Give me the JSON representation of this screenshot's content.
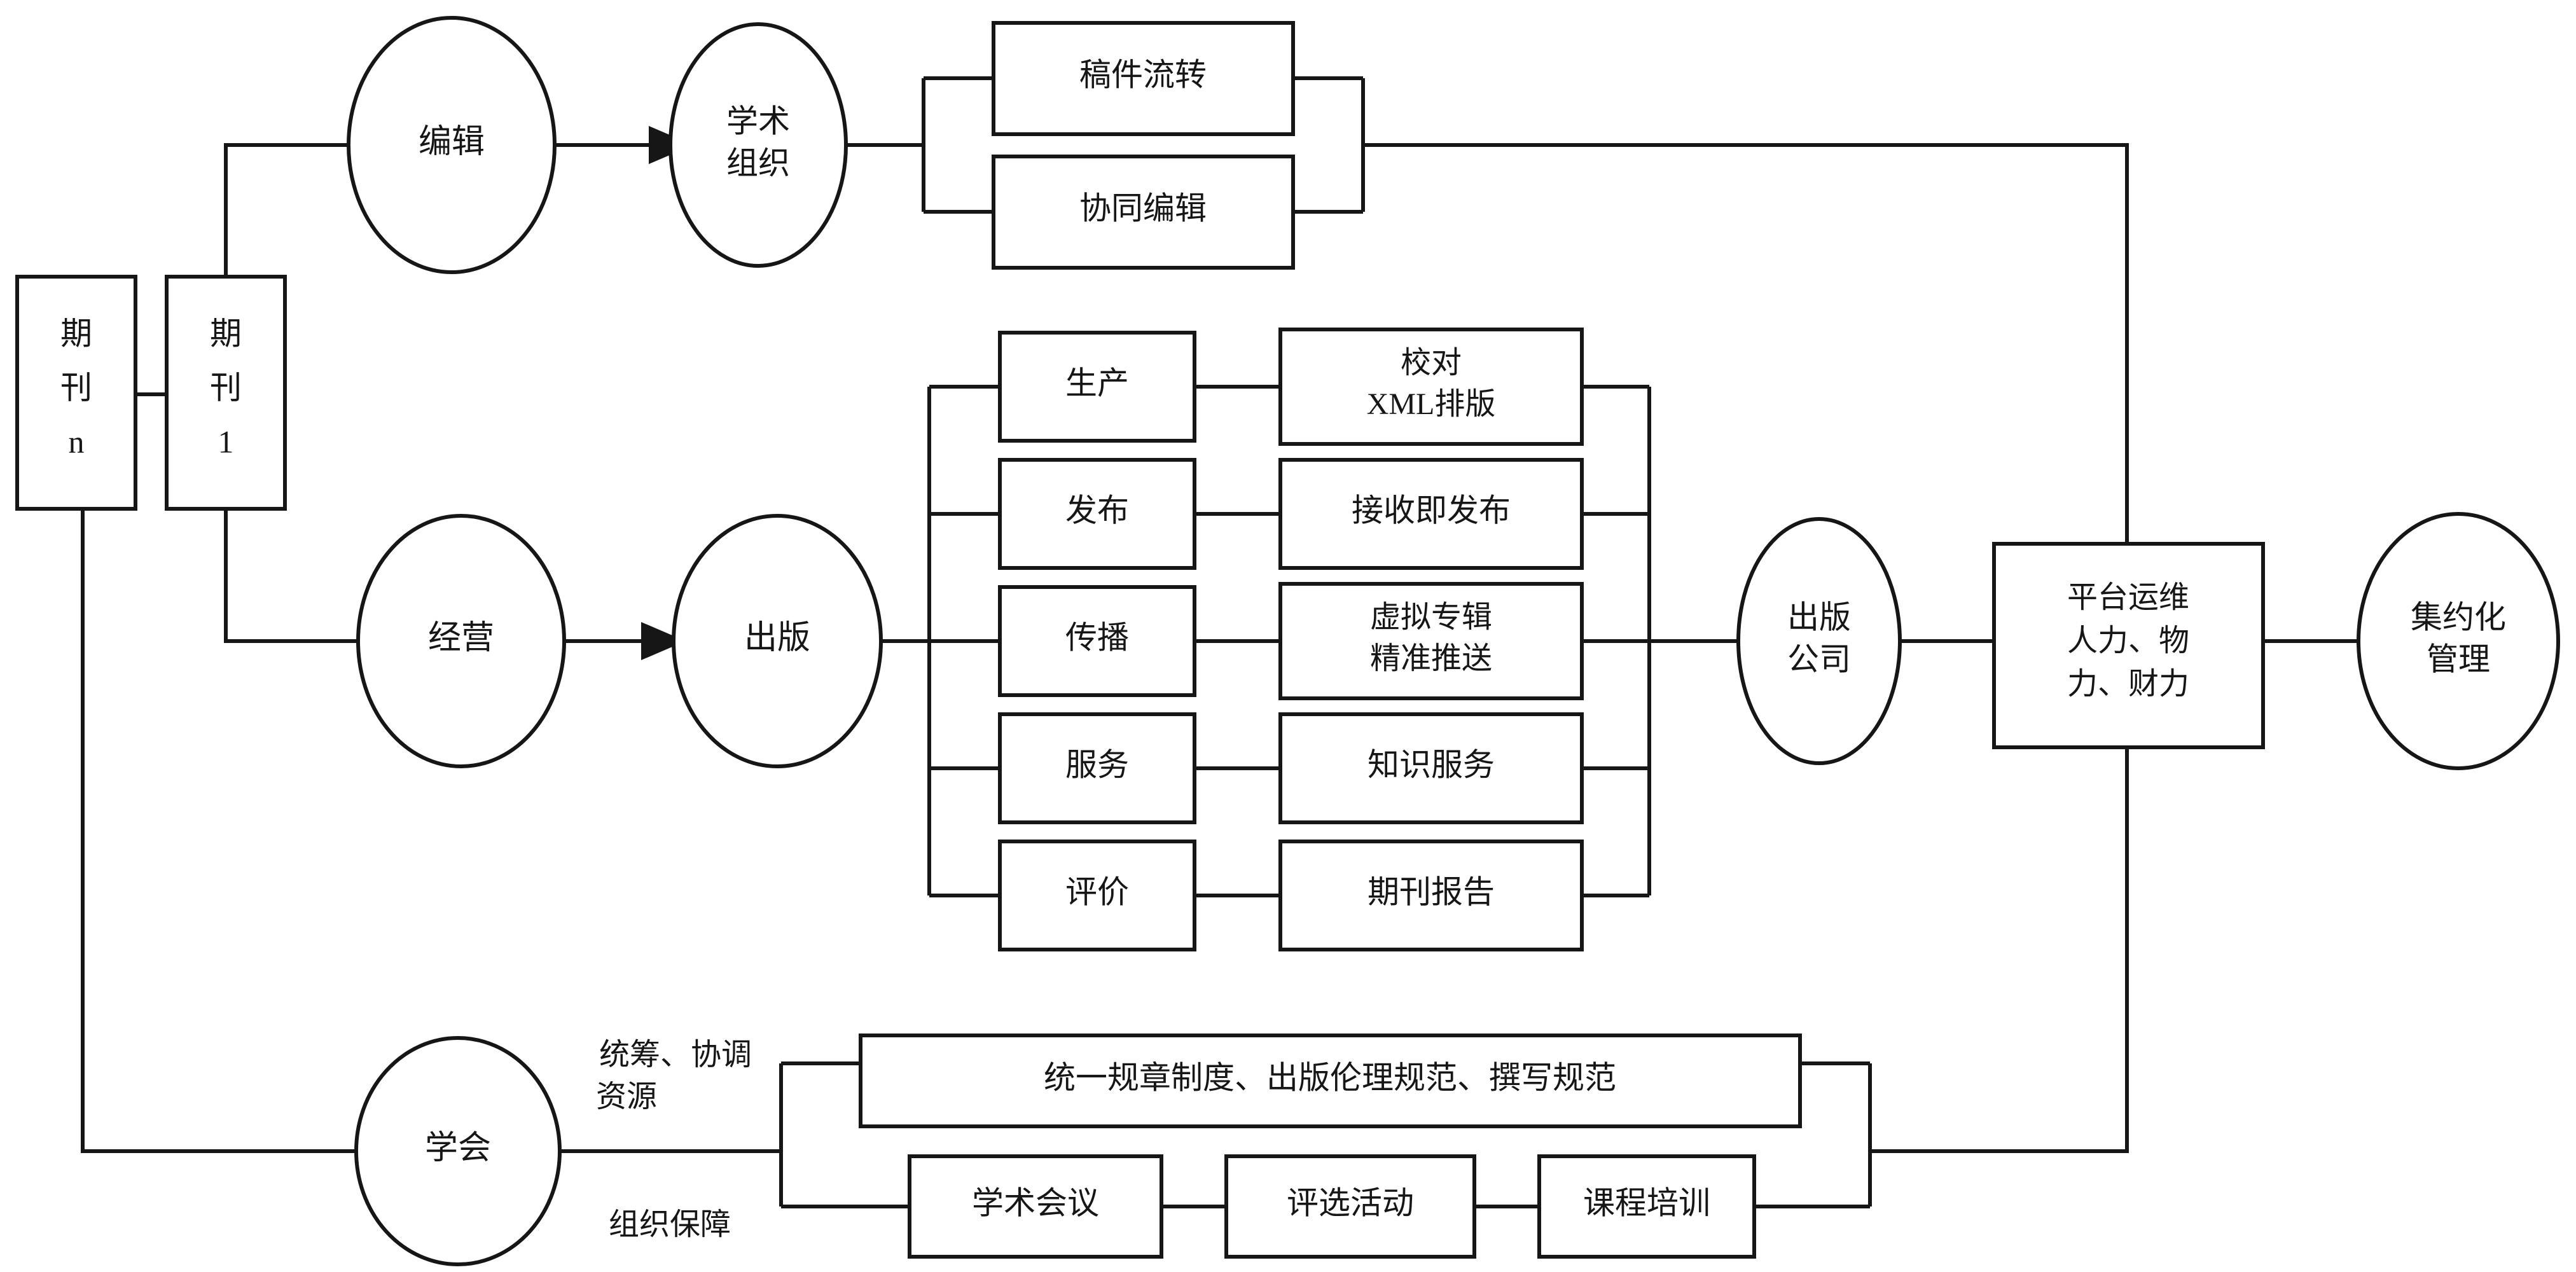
{
  "diagram": {
    "title": "",
    "colors": {
      "stroke": "#161616",
      "fill": "#ffffff",
      "background": "#ffffff"
    },
    "nodes": {
      "journal_n": {
        "label_lines": [
          "期",
          "刊",
          "n"
        ],
        "shape": "rect"
      },
      "journal_1": {
        "label_lines": [
          "期",
          "刊",
          "1"
        ],
        "shape": "rect"
      },
      "editing": {
        "label_lines": [
          "编辑"
        ],
        "shape": "ellipse"
      },
      "academic_org": {
        "label_lines": [
          "学术",
          "组织"
        ],
        "shape": "ellipse"
      },
      "manuscript_flow": {
        "label_lines": [
          "稿件流转"
        ],
        "shape": "rect"
      },
      "collab_edit": {
        "label_lines": [
          "协同编辑"
        ],
        "shape": "rect"
      },
      "operations": {
        "label_lines": [
          "经营"
        ],
        "shape": "ellipse"
      },
      "publishing": {
        "label_lines": [
          "出版"
        ],
        "shape": "ellipse"
      },
      "production": {
        "label_lines": [
          "生产"
        ],
        "shape": "rect"
      },
      "release": {
        "label_lines": [
          "发布"
        ],
        "shape": "rect"
      },
      "dissemination": {
        "label_lines": [
          "传播"
        ],
        "shape": "rect"
      },
      "service": {
        "label_lines": [
          "服务"
        ],
        "shape": "rect"
      },
      "evaluation": {
        "label_lines": [
          "评价"
        ],
        "shape": "rect"
      },
      "proof_xml": {
        "label_lines": [
          "校对",
          "XML排版"
        ],
        "shape": "rect"
      },
      "publish_on_accept": {
        "label_lines": [
          "接收即发布"
        ],
        "shape": "rect"
      },
      "virtual_issue": {
        "label_lines": [
          "虚拟专辑",
          "精准推送"
        ],
        "shape": "rect"
      },
      "knowledge_service": {
        "label_lines": [
          "知识服务"
        ],
        "shape": "rect"
      },
      "journal_report": {
        "label_lines": [
          "期刊报告"
        ],
        "shape": "rect"
      },
      "publishing_company": {
        "label_lines": [
          "出版",
          "公司"
        ],
        "shape": "ellipse"
      },
      "platform_ops": {
        "label_lines": [
          "平台运维",
          "人力、物",
          "力、财力"
        ],
        "shape": "rect"
      },
      "intensive_management": {
        "label_lines": [
          "集约化",
          "管理"
        ],
        "shape": "ellipse"
      },
      "society": {
        "label_lines": [
          "学会"
        ],
        "shape": "ellipse"
      },
      "unified_rules": {
        "label_lines": [
          "统一规章制度、出版伦理规范、撰写规范"
        ],
        "shape": "rect"
      },
      "academic_conference": {
        "label_lines": [
          "学术会议"
        ],
        "shape": "rect"
      },
      "selection_activity": {
        "label_lines": [
          "评选活动"
        ],
        "shape": "rect"
      },
      "course_training": {
        "label_lines": [
          "课程培训"
        ],
        "shape": "rect"
      }
    },
    "edge_labels": {
      "coordinate_resources": "统筹、协调\n资源",
      "coordinate_resources_l1": "统筹、协调",
      "coordinate_resources_l2": "资源",
      "organizational_support": "组织保障"
    }
  }
}
